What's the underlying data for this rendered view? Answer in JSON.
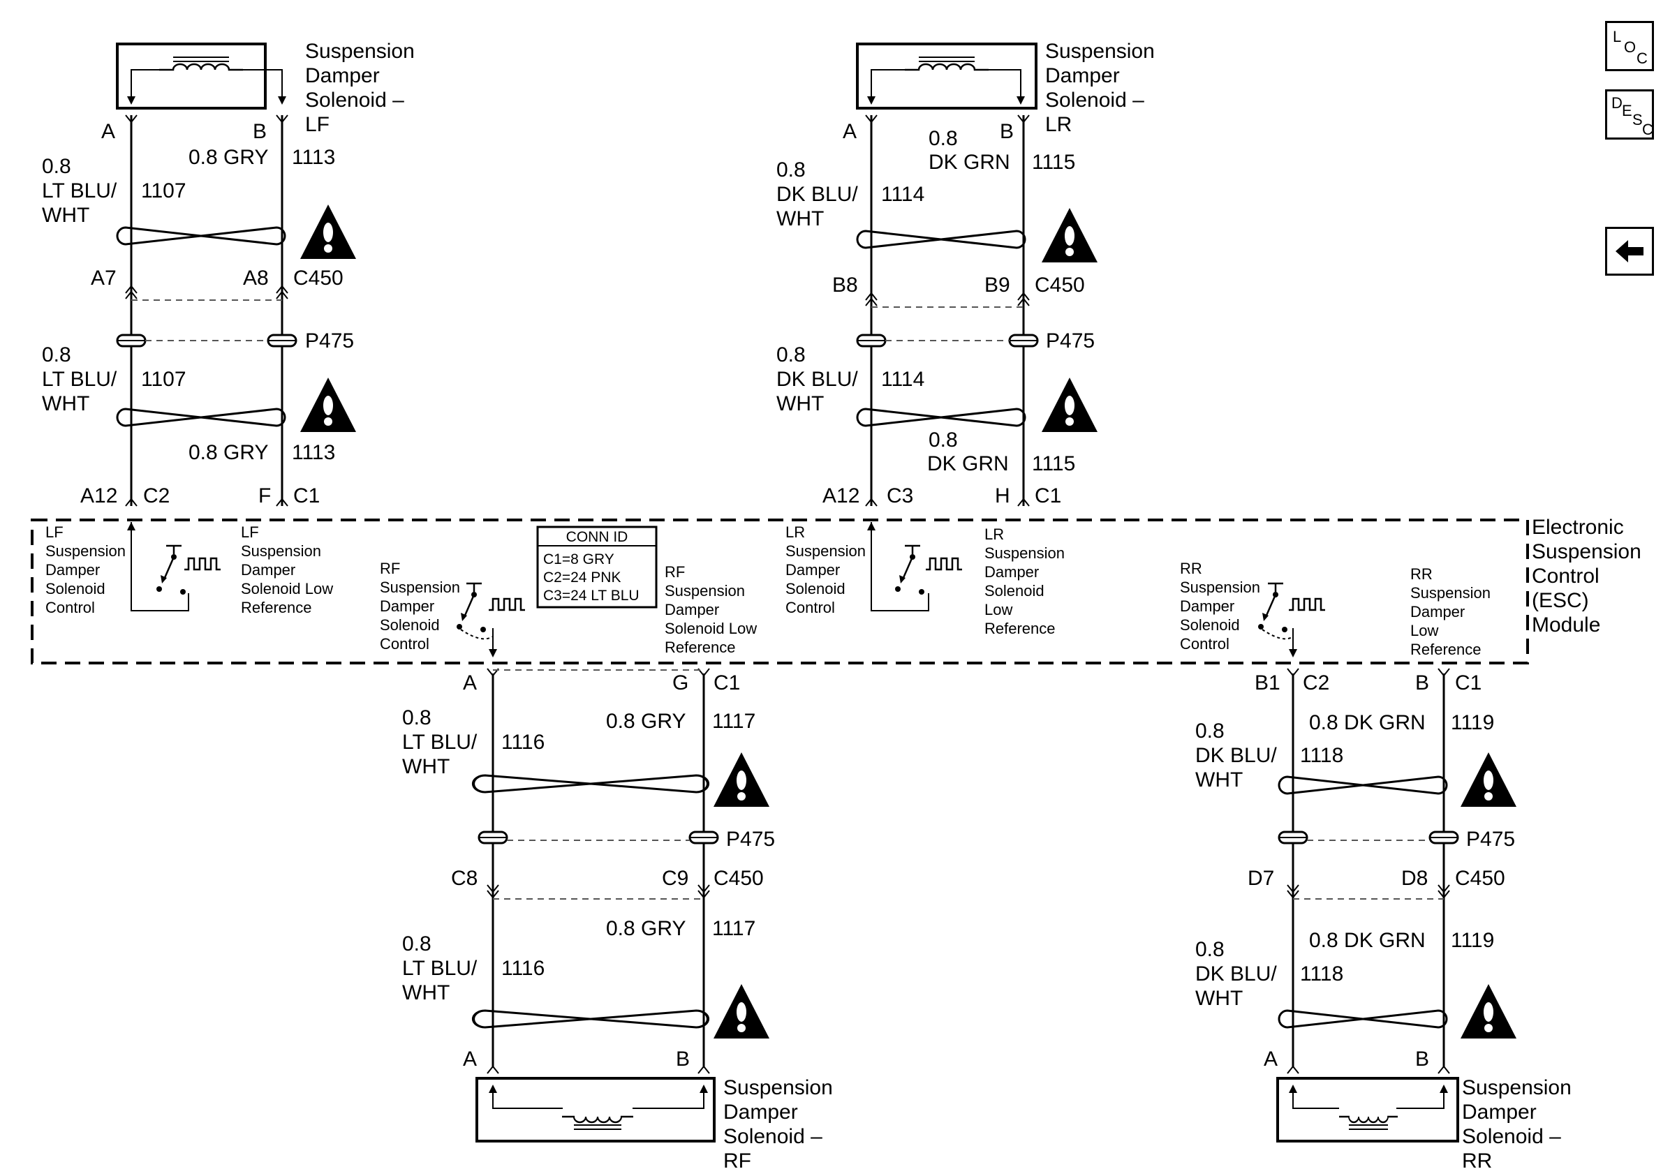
{
  "nav": {
    "loc": {
      "l": "L",
      "o": "O",
      "c": "C"
    },
    "desc": {
      "d": "D",
      "e": "E",
      "s": "S",
      "c": "C"
    },
    "back_icon": "left-arrow-icon"
  },
  "components": {
    "lf": {
      "l1": "Suspension",
      "l2": "Damper",
      "l3": "Solenoid –",
      "l4": "LF"
    },
    "lr": {
      "l1": "Suspension",
      "l2": "Damper",
      "l3": "Solenoid –",
      "l4": "LR"
    },
    "rf": {
      "l1": "Suspension",
      "l2": "Damper",
      "l3": "Solenoid –",
      "l4": "RF"
    },
    "rr": {
      "l1": "Suspension",
      "l2": "Damper",
      "l3": "Solenoid –",
      "l4": "RR"
    }
  },
  "module": {
    "l1": "Electronic",
    "l2": "Suspension",
    "l3": "Control",
    "l4": "(ESC)",
    "l5": "Module"
  },
  "conn_id": {
    "title": "CONN ID",
    "c1": "C1=8 GRY",
    "c2": "C2=24 PNK",
    "c3": "C3=24 LT BLU"
  },
  "internal": {
    "lf_ctrl": {
      "l1": "LF",
      "l2": "Suspension",
      "l3": "Damper",
      "l4": "Solenoid",
      "l5": "Control"
    },
    "lf_low": {
      "l1": "LF",
      "l2": "Suspension",
      "l3": "Damper",
      "l4": "Solenoid Low",
      "l5": "Reference"
    },
    "rf_ctrl": {
      "l1": "RF",
      "l2": "Suspension",
      "l3": "Damper",
      "l4": "Solenoid",
      "l5": "Control"
    },
    "rf_low": {
      "l1": "RF",
      "l2": "Suspension",
      "l3": "Damper",
      "l4": "Solenoid Low",
      "l5": "Reference"
    },
    "lr_ctrl": {
      "l1": "LR",
      "l2": "Suspension",
      "l3": "Damper",
      "l4": "Solenoid",
      "l5": "Control"
    },
    "lr_low": {
      "l1": "LR",
      "l2": "Suspension",
      "l3": "Damper",
      "l4": "Solenoid",
      "l5": "Low",
      "l6": "Reference"
    },
    "rr_ctrl": {
      "l1": "RR",
      "l2": "Suspension",
      "l3": "Damper",
      "l4": "Solenoid",
      "l5": "Control"
    },
    "rr_low": {
      "l1": "RR",
      "l2": "Suspension",
      "l3": "Damper",
      "l4": "Low",
      "l5": "Reference"
    }
  },
  "pins": {
    "lf": {
      "a": "A",
      "b": "B",
      "a7": "A7",
      "a8": "A8",
      "c450": "C450",
      "p475": "P475",
      "a12": "A12",
      "c2": "C2",
      "f": "F",
      "c1": "C1"
    },
    "lr": {
      "a": "A",
      "b": "B",
      "b8": "B8",
      "b9": "B9",
      "c450": "C450",
      "p475": "P475",
      "a12": "A12",
      "c3": "C3",
      "h": "H",
      "c1": "C1"
    },
    "rf": {
      "a": "A",
      "g": "G",
      "c1": "C1",
      "p475": "P475",
      "c8": "C8",
      "c9": "C9",
      "c450": "C450",
      "a2": "A",
      "b2": "B"
    },
    "rr": {
      "b1": "B1",
      "c2": "C2",
      "b": "B",
      "c1": "C1",
      "p475": "P475",
      "d7": "D7",
      "d8": "D8",
      "c450": "C450",
      "a2": "A",
      "b2": "B"
    }
  },
  "wires": {
    "lf": {
      "top_left": {
        "gauge": "0.8",
        "color1": "LT BLU/",
        "color2": "WHT",
        "circuit": "1107"
      },
      "top_right": {
        "label": "0.8 GRY",
        "circuit": "1113"
      },
      "bot_left": {
        "gauge": "0.8",
        "color1": "LT BLU/",
        "color2": "WHT",
        "circuit": "1107"
      },
      "bot_right": {
        "label": "0.8 GRY",
        "circuit": "1113"
      }
    },
    "lr": {
      "top_left": {
        "gauge": "0.8",
        "color1": "DK BLU/",
        "color2": "WHT",
        "circuit": "1114"
      },
      "top_right": {
        "gauge": "0.8",
        "color": "DK GRN",
        "circuit": "1115"
      },
      "bot_left": {
        "gauge": "0.8",
        "color1": "DK BLU/",
        "color2": "WHT",
        "circuit": "1114"
      },
      "bot_right": {
        "gauge": "0.8",
        "color": "DK GRN",
        "circuit": "1115"
      }
    },
    "rf": {
      "top_left": {
        "gauge": "0.8",
        "color1": "LT BLU/",
        "color2": "WHT",
        "circuit": "1116"
      },
      "top_right": {
        "label": "0.8 GRY",
        "circuit": "1117"
      },
      "bot_left": {
        "gauge": "0.8",
        "color1": "LT BLU/",
        "color2": "WHT",
        "circuit": "1116"
      },
      "bot_right": {
        "label": "0.8 GRY",
        "circuit": "1117"
      }
    },
    "rr": {
      "top_left": {
        "gauge": "0.8",
        "color1": "DK BLU/",
        "color2": "WHT",
        "circuit": "1118"
      },
      "top_right": {
        "label": "0.8 DK GRN",
        "circuit": "1119"
      },
      "bot_left": {
        "gauge": "0.8",
        "color1": "DK BLU/",
        "color2": "WHT",
        "circuit": "1118"
      },
      "bot_right": {
        "label": "0.8 DK GRN",
        "circuit": "1119"
      }
    }
  },
  "icons": {
    "warning": "warning-triangle-icon",
    "twisted_pair": "twisted-pair-icon",
    "coil": "solenoid-coil-icon",
    "switch": "driver-switch-icon",
    "pulse": "pwm-pulse-icon"
  }
}
